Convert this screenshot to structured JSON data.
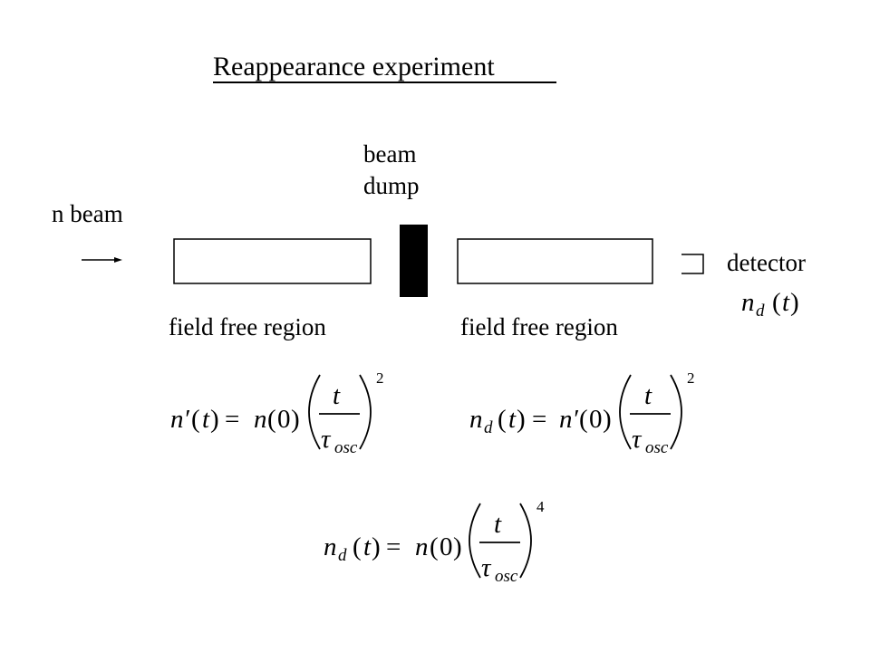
{
  "title": "Reappearance experiment",
  "labels": {
    "beam_line1": "beam",
    "beam_line2": "dump",
    "n_beam": "n beam",
    "detector": "detector",
    "region_left": "field free region",
    "region_right": "field free region"
  },
  "symbols": {
    "n": "n",
    "n_prime": "n′",
    "d": "d",
    "t": "t",
    "tau": "τ",
    "osc": "osc",
    "zero": "0",
    "equals": "=",
    "open": "(",
    "close": ")",
    "exp2": "2",
    "exp4": "4"
  },
  "colors": {
    "ink": "#000000",
    "background": "#ffffff",
    "beam_dump_fill": "#000000"
  }
}
